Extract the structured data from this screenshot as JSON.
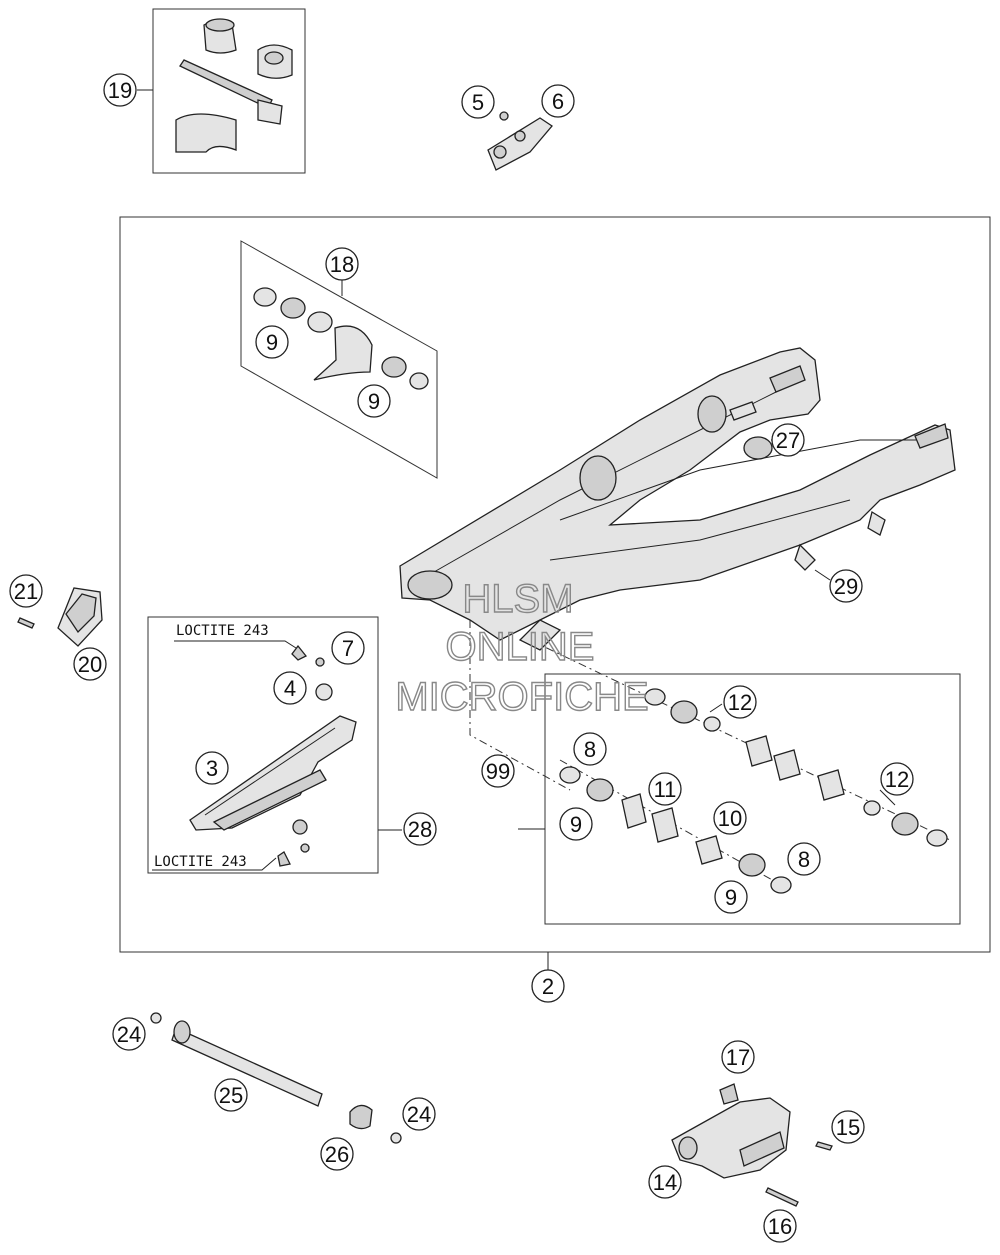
{
  "callouts": {
    "c2": "2",
    "c3": "3",
    "c4": "4",
    "c5": "5",
    "c6": "6",
    "c7": "7",
    "c8a": "8",
    "c8b": "8",
    "c9a": "9",
    "c9b": "9",
    "c9c": "9",
    "c9d": "9",
    "c10": "10",
    "c11": "11",
    "c12a": "12",
    "c12b": "12",
    "c14": "14",
    "c15": "15",
    "c16": "16",
    "c17": "17",
    "c18": "18",
    "c19": "19",
    "c20": "20",
    "c21": "21",
    "c24a": "24",
    "c24b": "24",
    "c25": "25",
    "c26": "26",
    "c27": "27",
    "c28": "28",
    "c29": "29",
    "c99": "99"
  },
  "notes": {
    "loctite_top": "LOCTITE 243",
    "loctite_bottom": "LOCTITE 243"
  },
  "watermark": {
    "line1": "HLSM",
    "line2": "ONLINE",
    "line3": "MICROFICHE"
  }
}
